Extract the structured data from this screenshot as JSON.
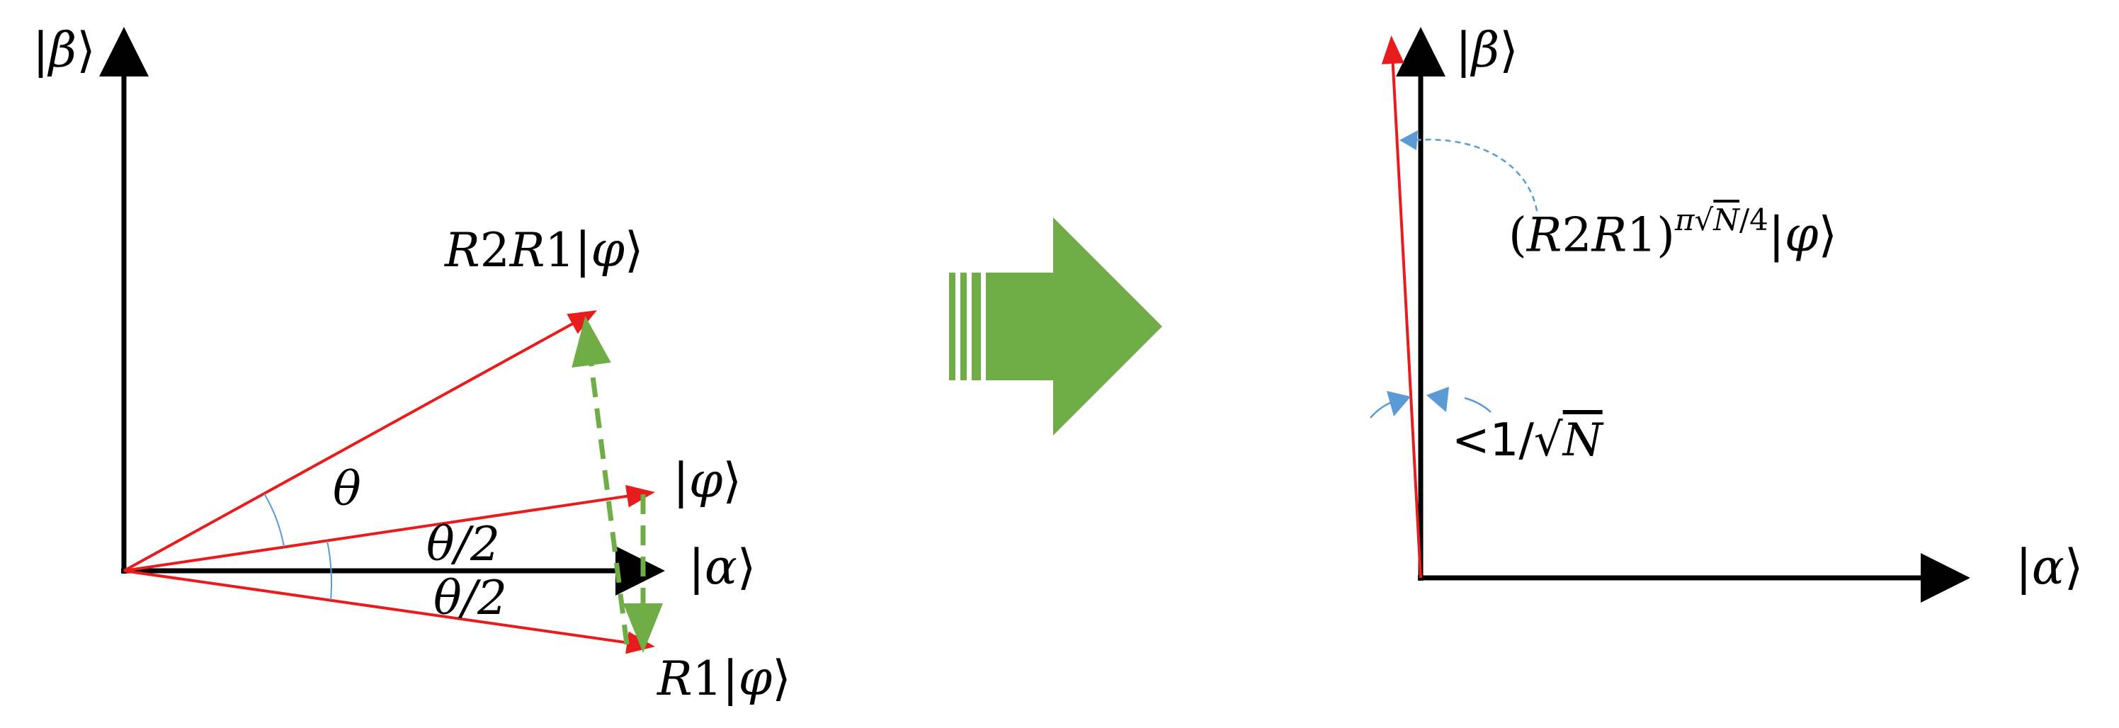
{
  "diagram": {
    "left": {
      "axis_x_label": "α",
      "axis_y_label": "β",
      "vector_phi_label": "φ",
      "vector_r1_prefix": "R1",
      "vector_r1_label": "φ",
      "vector_r2r1_prefix": "R2R1",
      "vector_r2r1_label": "φ",
      "angle_theta": "θ",
      "angle_half_upper": "θ/2",
      "angle_half_lower": "θ/2"
    },
    "right": {
      "axis_x_label": "α",
      "axis_y_label": "β",
      "result_prefix": "(R2R1)",
      "result_exp_pi": "π",
      "result_exp_sqrt": "√",
      "result_exp_n": "N",
      "result_exp_tail": "/4",
      "result_label": "φ",
      "angle_bound_prefix": "<1/",
      "angle_bound_sqrt": "√",
      "angle_bound_n": "N"
    },
    "colors": {
      "axis": "#000000",
      "vector": "#e81c1c",
      "reflection_dashed": "#70ad47",
      "transition_arrow": "#70ad47",
      "angle_arc": "#5b9bd5",
      "angle_pointer": "#5b9bd5"
    }
  }
}
